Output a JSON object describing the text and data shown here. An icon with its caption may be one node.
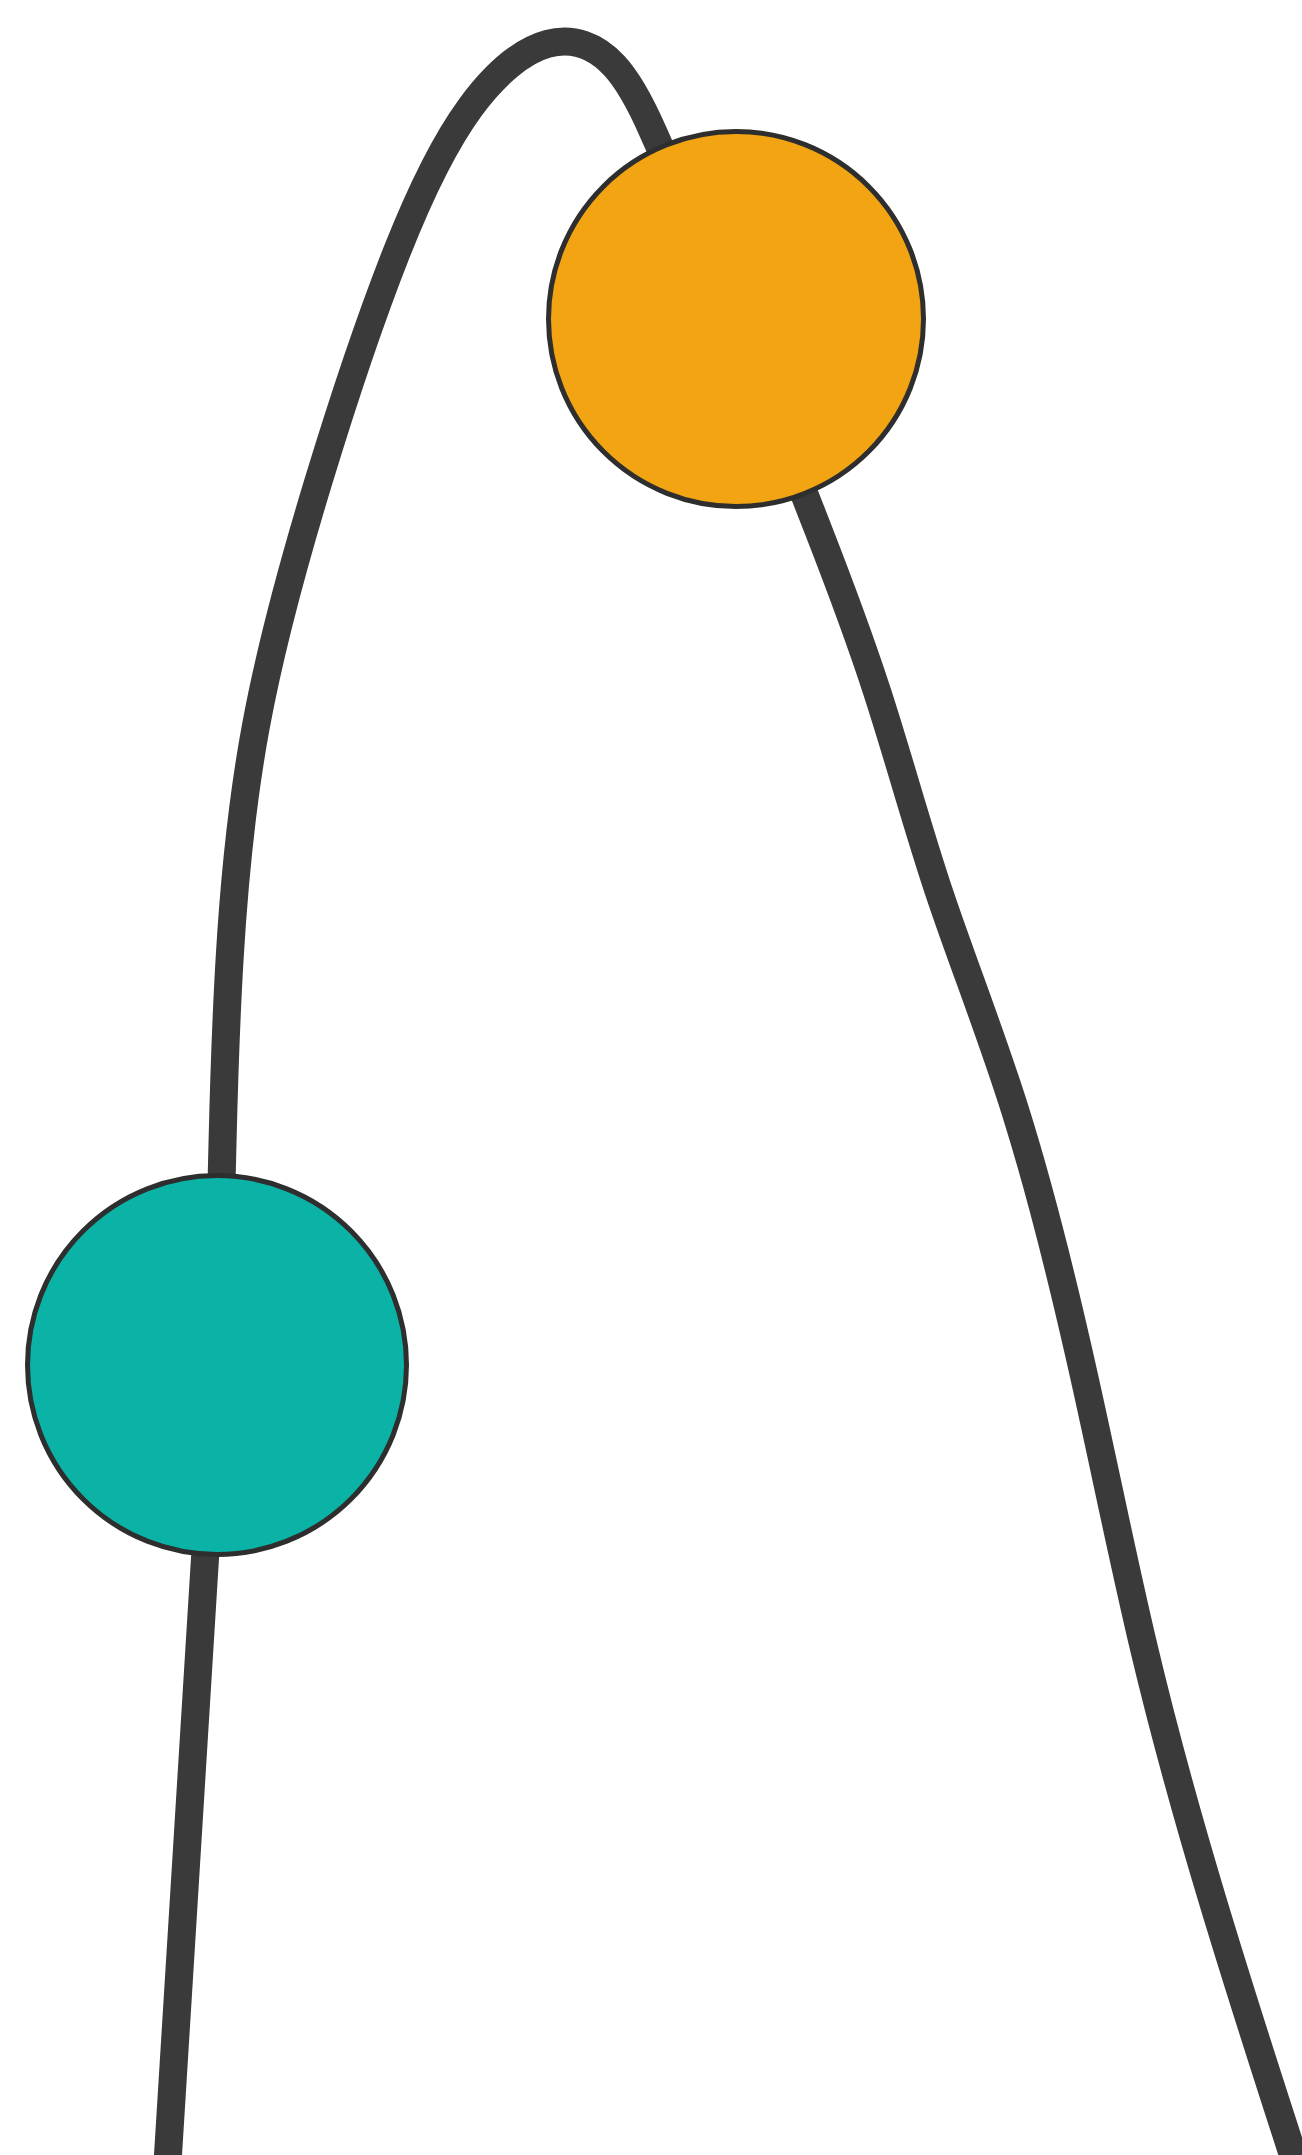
{
  "diagram": {
    "nodes": [
      {
        "text": [],
        "shape": "circle"
      },
      {
        "text": [],
        "shape": "circle"
      }
    ],
    "edges": [
      {
        "from": null,
        "to": 0,
        "arrow": "none"
      },
      {
        "from": 0,
        "to": 1,
        "arrow": "none"
      },
      {
        "from": 1,
        "to": null,
        "arrow": "none"
      }
    ]
  }
}
